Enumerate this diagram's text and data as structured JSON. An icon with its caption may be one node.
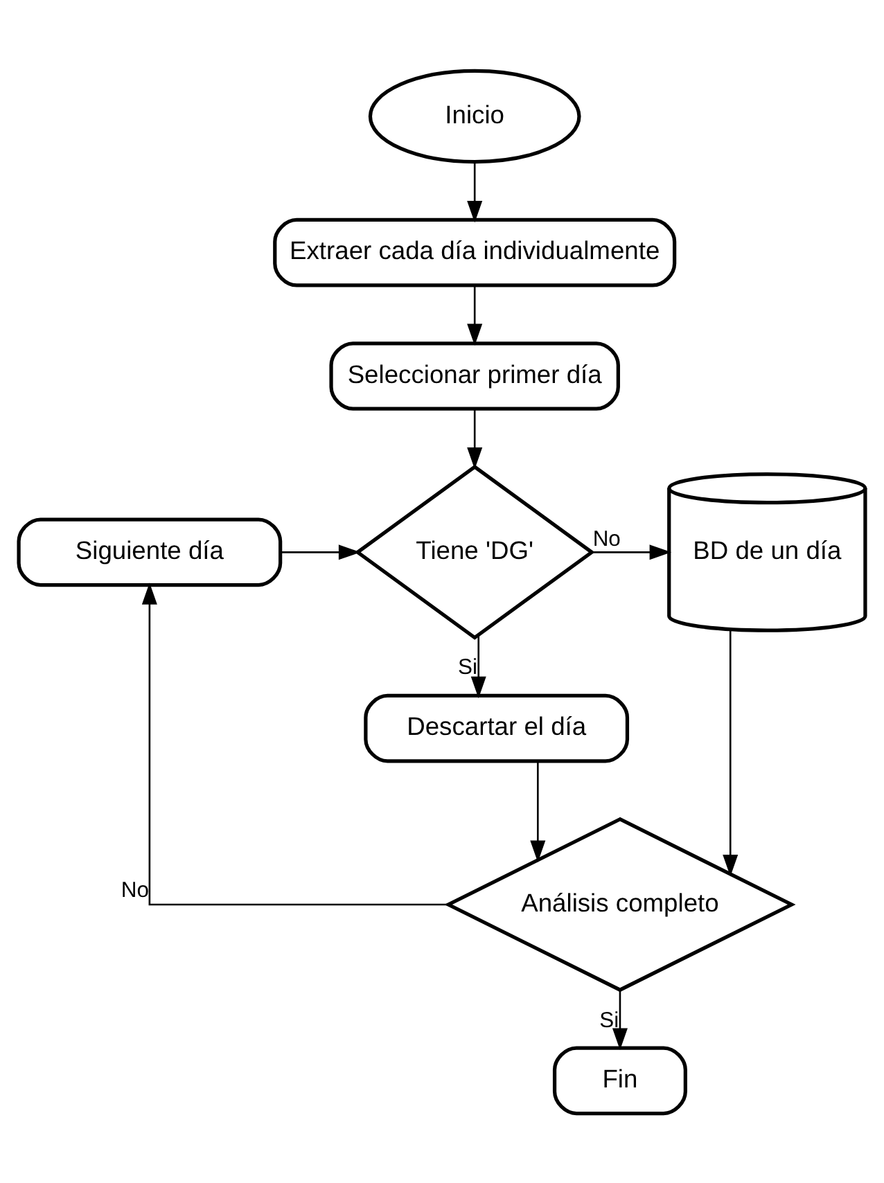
{
  "diagram": {
    "nodes": [
      {
        "text": [
          "Inicio"
        ]
      },
      {
        "text": [
          "Extraer cada día individualmente"
        ]
      },
      {
        "text": [
          "Seleccionar primer día"
        ]
      },
      {
        "text": [
          "Siguiente día"
        ]
      },
      {
        "text": [
          "Tiene 'DG'"
        ]
      },
      {
        "text": [
          "BD de un día"
        ]
      },
      {
        "text": [
          "Descartar el día"
        ]
      },
      {
        "text": [
          "Análisis completo"
        ]
      },
      {
        "text": [
          "Fin"
        ]
      }
    ],
    "edges": [
      {
        "from": 0,
        "to": 1,
        "arrow": "to"
      },
      {
        "from": 1,
        "to": 2,
        "arrow": "to"
      },
      {
        "from": 2,
        "to": 4,
        "arrow": "to"
      },
      {
        "from": 3,
        "to": 4,
        "arrow": "to"
      },
      {
        "from": 4,
        "to": 5,
        "arrow": "to",
        "label": "No"
      },
      {
        "from": 4,
        "to": 6,
        "arrow": "to",
        "label": "Si"
      },
      {
        "from": 6,
        "to": 7,
        "arrow": "to"
      },
      {
        "from": 5,
        "to": 7,
        "arrow": "to"
      },
      {
        "from": 7,
        "to": 3,
        "arrow": "to",
        "label": "No"
      },
      {
        "from": 7,
        "to": 8,
        "arrow": "to",
        "label": "Si"
      }
    ]
  }
}
